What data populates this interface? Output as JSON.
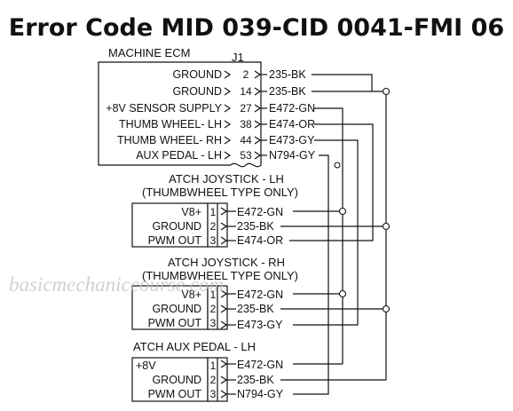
{
  "title": "Error Code MID 039-CID 0041-FMI 06",
  "watermark": "basicmechaniccourse.com",
  "ecm": {
    "name": "MACHINE ECM",
    "connector": "J1",
    "pins": [
      {
        "label": "GROUND",
        "pin": "2",
        "wire": "235-BK"
      },
      {
        "label": "GROUND",
        "pin": "14",
        "wire": "235-BK"
      },
      {
        "label": "+8V SENSOR SUPPLY",
        "pin": "27",
        "wire": "E472-GN"
      },
      {
        "label": "THUMB WHEEL- LH",
        "pin": "38",
        "wire": "E474-OR"
      },
      {
        "label": "THUMB WHEEL- RH",
        "pin": "44",
        "wire": "E473-GY"
      },
      {
        "label": "AUX PEDAL - LH",
        "pin": "53",
        "wire": "N794-GY"
      }
    ]
  },
  "devices": [
    {
      "title_lines": [
        "ATCH JOYSTICK - LH",
        "(THUMBWHEEL TYPE ONLY)"
      ],
      "pins": [
        {
          "label": "V8+",
          "pin": "1",
          "wire": "E472-GN"
        },
        {
          "label": "GROUND",
          "pin": "2",
          "wire": "235-BK"
        },
        {
          "label": "PWM OUT",
          "pin": "3",
          "wire": "E474-OR"
        }
      ]
    },
    {
      "title_lines": [
        "ATCH JOYSTICK - RH",
        "(THUMBWHEEL TYPE ONLY)"
      ],
      "pins": [
        {
          "label": "V8+",
          "pin": "1",
          "wire": "E472-GN"
        },
        {
          "label": "GROUND",
          "pin": "2",
          "wire": "235-BK"
        },
        {
          "label": "PWM OUT",
          "pin": "3",
          "wire": "E473-GY"
        }
      ]
    },
    {
      "title_lines": [
        "ATCH AUX PEDAL - LH"
      ],
      "pins": [
        {
          "label": "+8V",
          "pin": "1",
          "wire": "E472-GN"
        },
        {
          "label": "GROUND",
          "pin": "2",
          "wire": "235-BK"
        },
        {
          "label": "PWM OUT",
          "pin": "3",
          "wire": "N794-GY"
        }
      ]
    }
  ]
}
